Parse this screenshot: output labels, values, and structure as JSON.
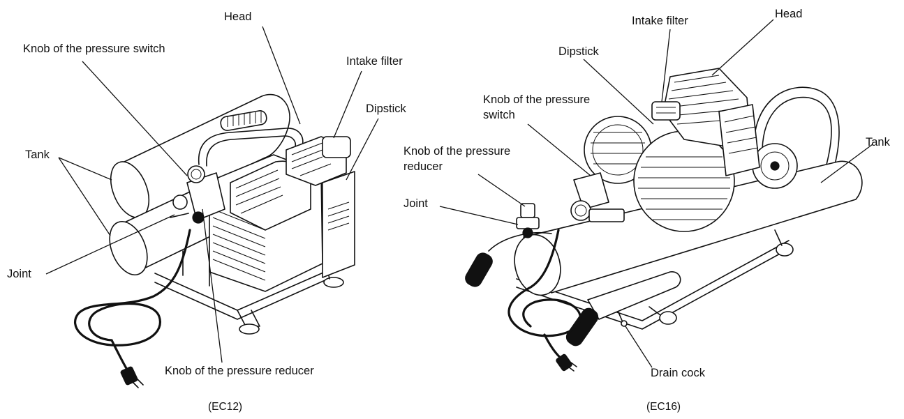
{
  "figures": [
    {
      "caption": "(EC12)",
      "labels": {
        "head": "Head",
        "knob_pressure_switch": "Knob of the pressure switch",
        "intake_filter": "Intake filter",
        "dipstick": "Dipstick",
        "tank": "Tank",
        "joint": "Joint",
        "knob_pressure_reducer": "Knob of the pressure reducer"
      }
    },
    {
      "caption": "(EC16)",
      "labels": {
        "intake_filter": "Intake filter",
        "head": "Head",
        "dipstick": "Dipstick",
        "knob_pressure_switch": "Knob of the pressure switch",
        "knob_pressure_reducer": "Knob of the pressure reducer",
        "tank": "Tank",
        "joint": "Joint",
        "drain_cock": "Drain cock"
      }
    }
  ]
}
